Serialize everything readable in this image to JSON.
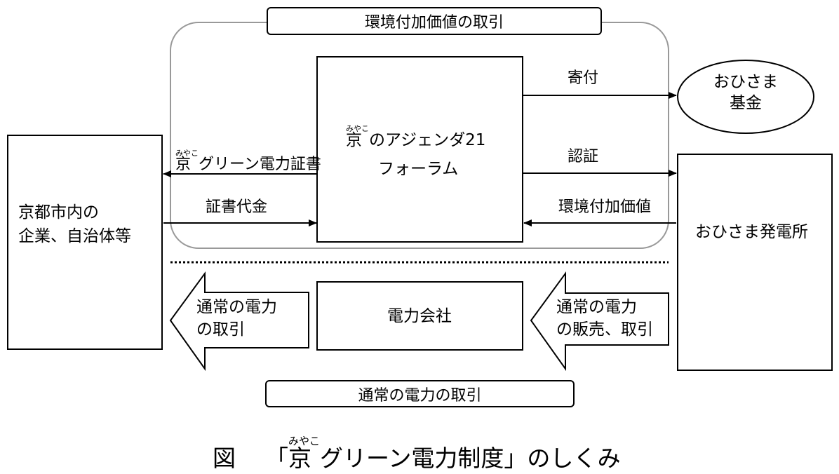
{
  "diagram": {
    "top_pill": "環境付加価値の取引",
    "bottom_pill": "通常の電力の取引",
    "forum": {
      "ruby": "みやこ",
      "line1_kanji": "京",
      "line1_rest": "のアジェンダ21",
      "line2": "フォーラム"
    },
    "companies": {
      "line1": "京都市内の",
      "line2": "企業、自治体等"
    },
    "fund": {
      "line1": "おひさま",
      "line2": "基金"
    },
    "plant": "おひさま発電所",
    "power_company": "電力会社",
    "edges": {
      "certificate_ruby": "みやこ",
      "certificate_kanji": "京",
      "certificate_rest": "グリーン電力証書",
      "certificate_fee": "証書代金",
      "donation": "寄付",
      "certification": "認証",
      "env_value": "環境付加価値"
    },
    "left_arrow": {
      "line1": "通常の電力",
      "line2": "の取引"
    },
    "right_arrow": {
      "line1": "通常の電力",
      "line2": "の販売、取引"
    }
  },
  "caption": {
    "prefix": "図",
    "open_bracket": "「",
    "ruby": "みやこ",
    "kanji": "京",
    "rest": "グリーン電力制度」のしくみ"
  }
}
